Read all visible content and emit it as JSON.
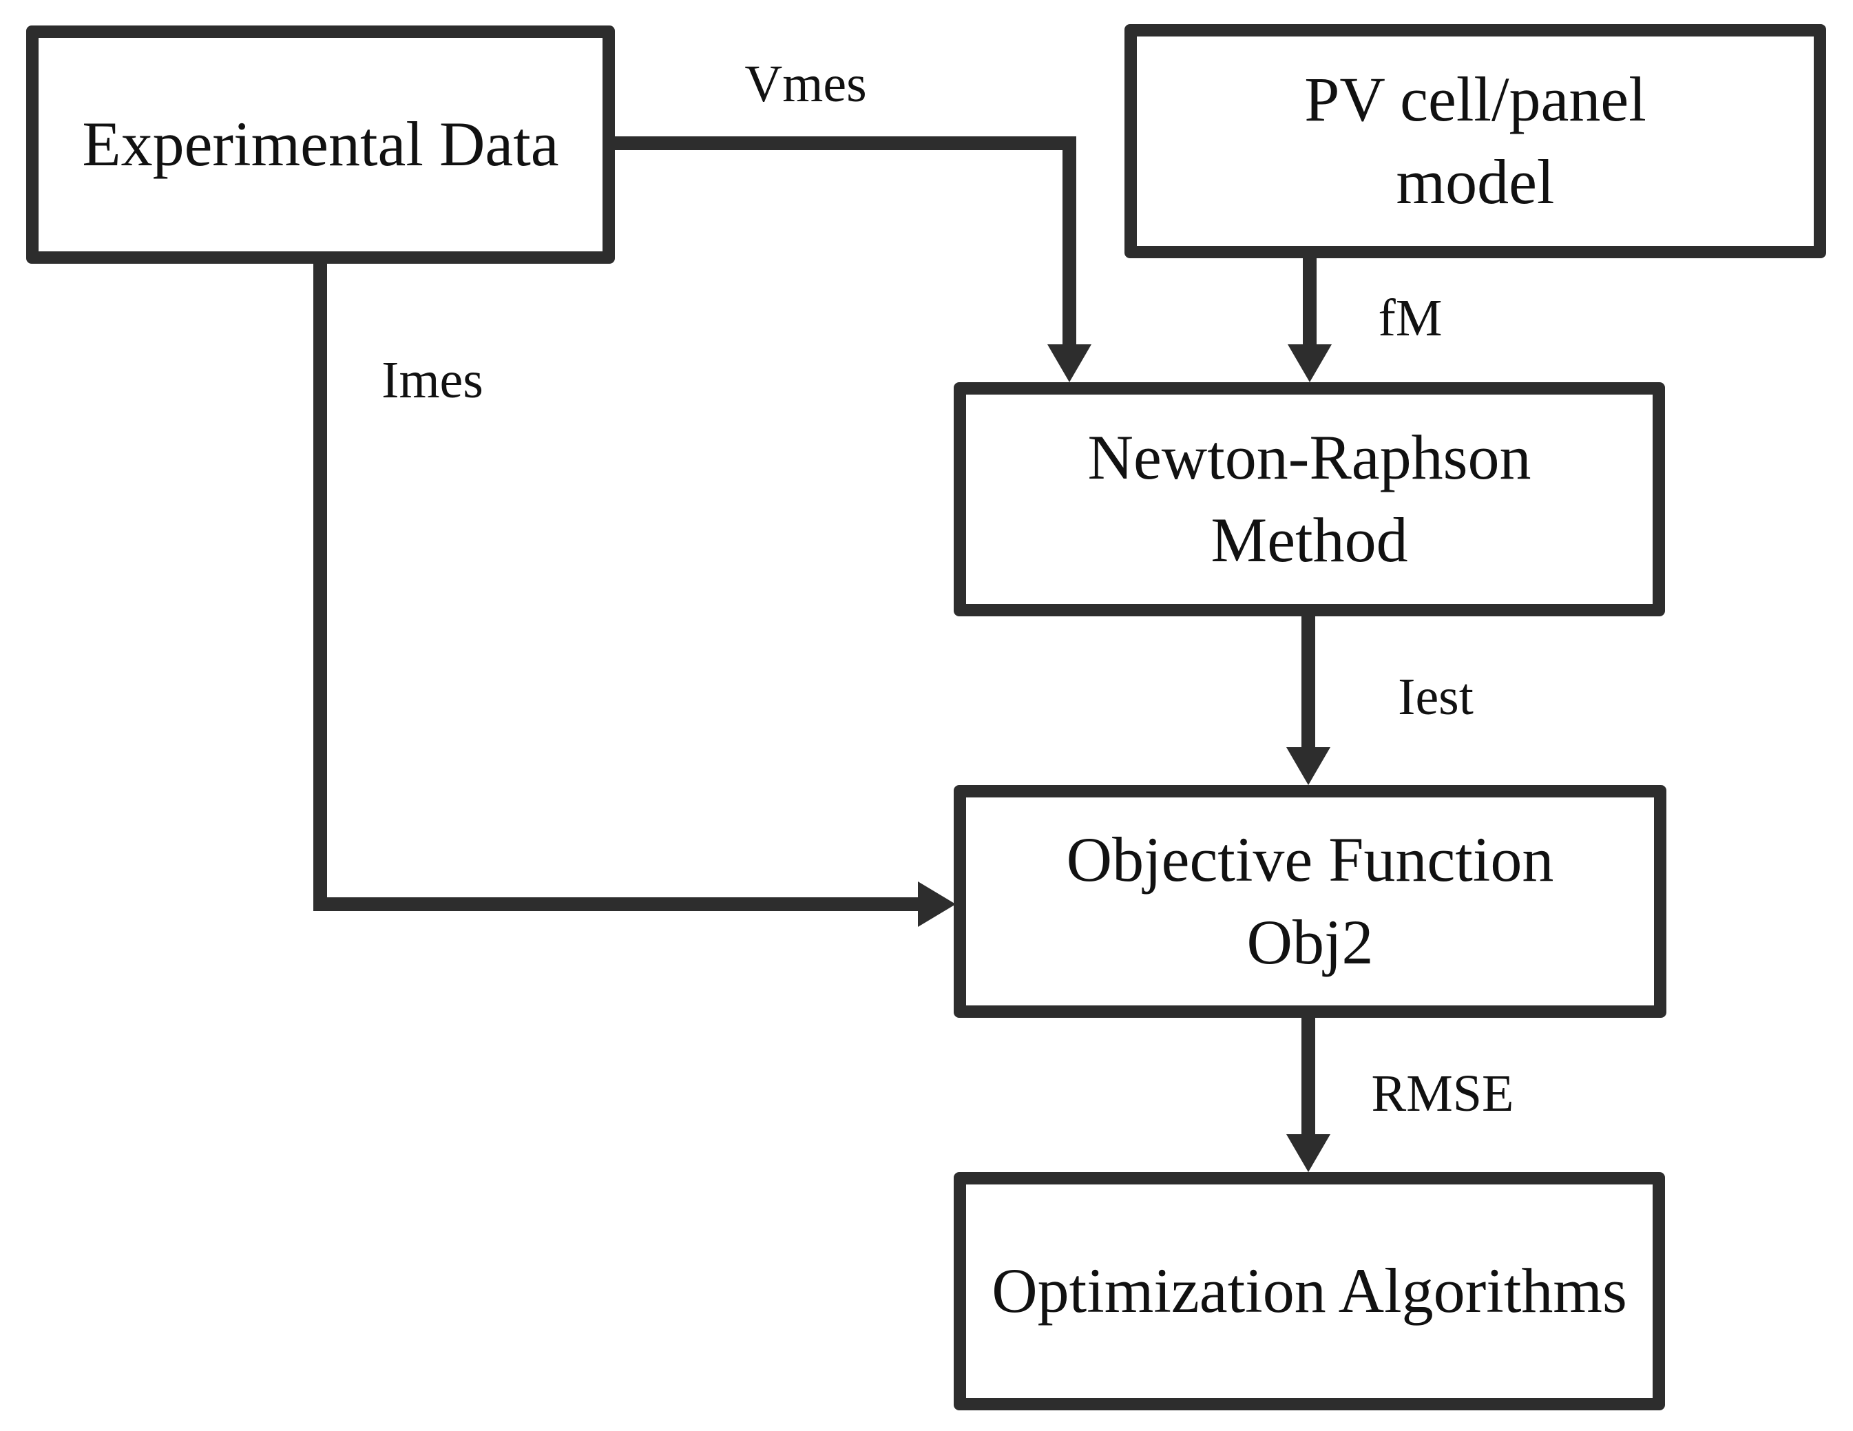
{
  "diagram": {
    "boxes": {
      "experimental": {
        "label": "Experimental Data"
      },
      "pv": {
        "line1": "PV cell/panel",
        "line2": "model"
      },
      "newton": {
        "line1": "Newton-Raphson",
        "line2": "Method"
      },
      "objective": {
        "line1": "Objective Function",
        "line2": "Obj2"
      },
      "optimization": {
        "label": "Optimization Algorithms"
      }
    },
    "edge_labels": {
      "vmes": "Vmes",
      "fm": "fM",
      "imes": "Imes",
      "iest": "Iest",
      "rmse": "RMSE"
    },
    "colors": {
      "line": "#2d2d2d",
      "text": "#111111",
      "background": "#ffffff"
    }
  }
}
